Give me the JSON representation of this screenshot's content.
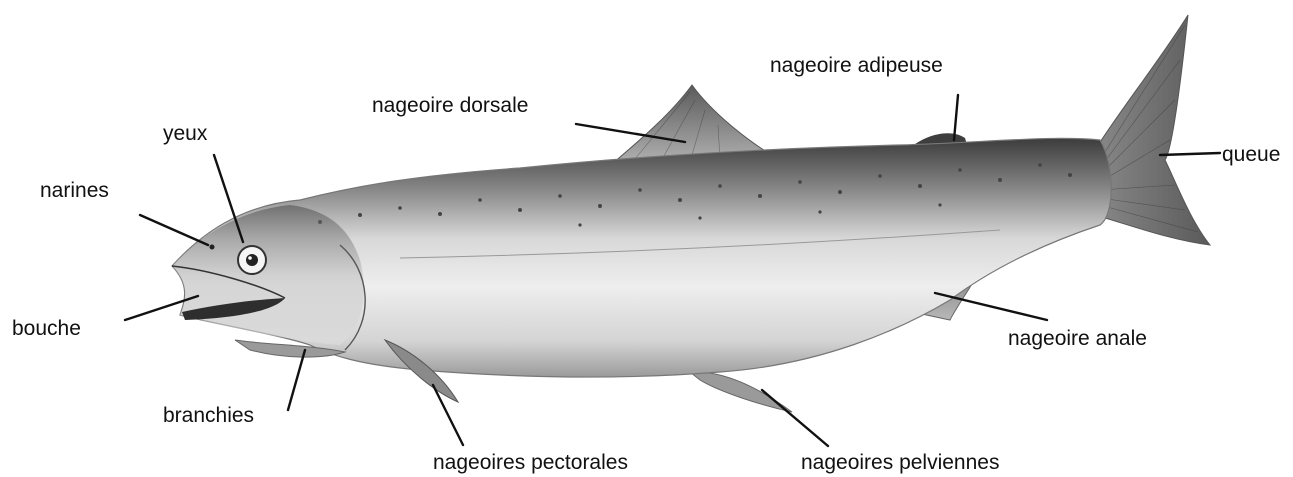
{
  "diagram": {
    "labels": {
      "yeux": "yeux",
      "narines": "narines",
      "bouche": "bouche",
      "branchies": "branchies",
      "nageoire_dorsale": "nageoire dorsale",
      "nageoire_adipeuse": "nageoire adipeuse",
      "queue": "queue",
      "nageoire_anale": "nageoire anale",
      "nageoires_pectorales": "nageoires pectorales",
      "nageoires_pelviennes": "nageoires pelviennes"
    }
  }
}
